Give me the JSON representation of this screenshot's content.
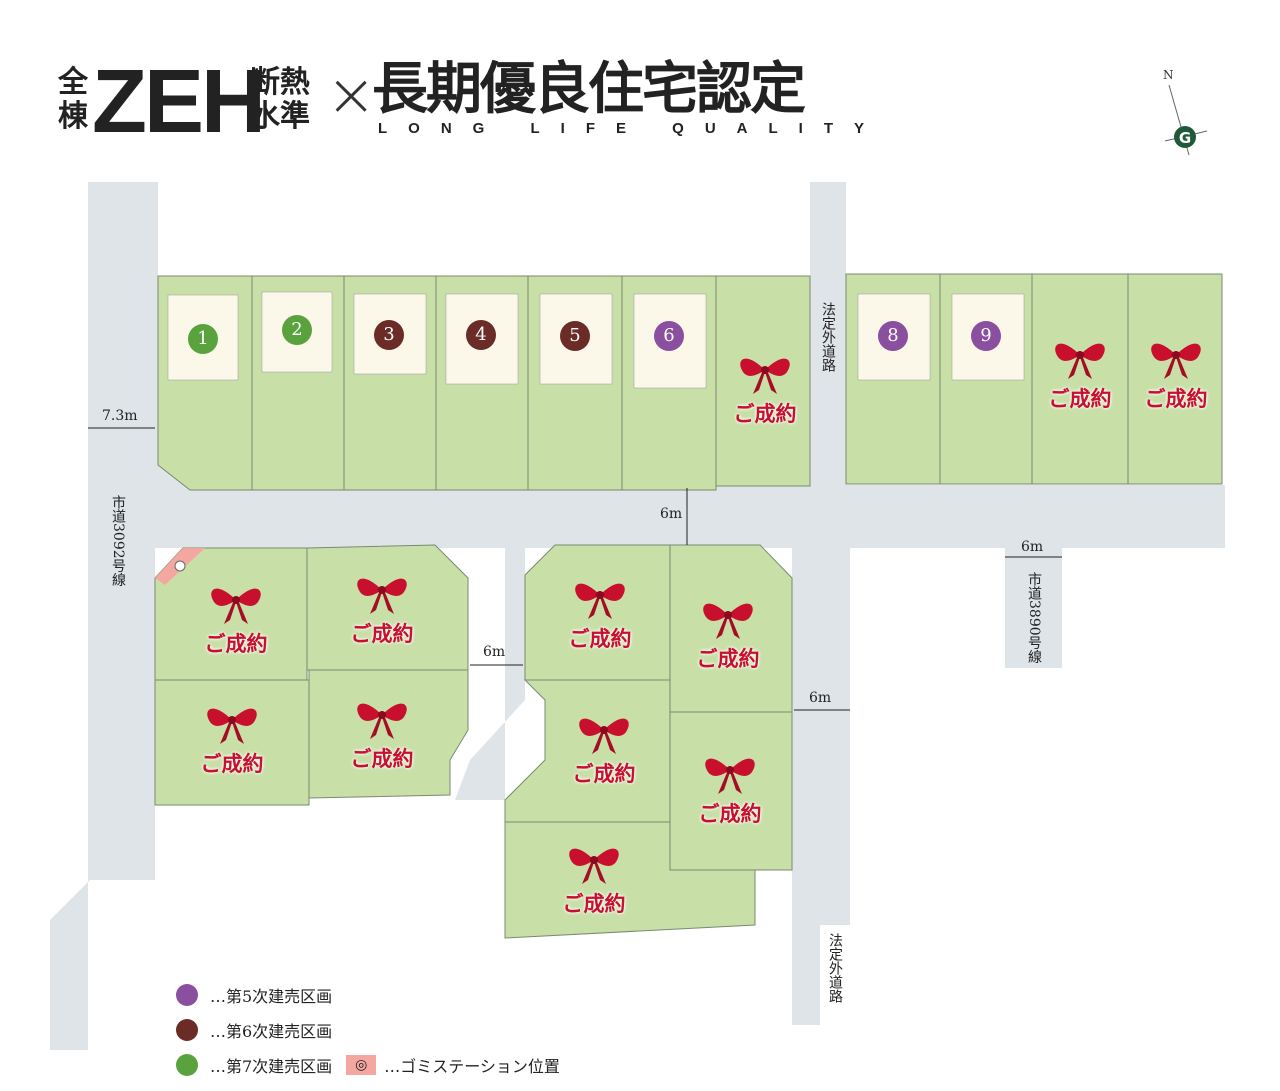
{
  "header": {
    "zen": "全",
    "mune": "棟",
    "zeh": "ZEH",
    "dan": "断熱",
    "sui": "水準",
    "times": "×",
    "title": "長期優良住宅認定",
    "subtitle": "LONG LIFE QUALITY"
  },
  "compass": {
    "north": "N"
  },
  "colors": {
    "phase5": "#8a4f9e",
    "phase6": "#6b2b26",
    "phase7": "#5aa23e",
    "lot": "#c9dfa8",
    "road": "#dfe4e9",
    "sold": "#c8102e"
  },
  "lots": [
    {
      "number": "1",
      "phase": "phase7"
    },
    {
      "number": "2",
      "phase": "phase7"
    },
    {
      "number": "3",
      "phase": "phase6"
    },
    {
      "number": "4",
      "phase": "phase6"
    },
    {
      "number": "5",
      "phase": "phase6"
    },
    {
      "number": "6",
      "phase": "phase5"
    },
    {
      "number": "8",
      "phase": "phase5"
    },
    {
      "number": "9",
      "phase": "phase5"
    }
  ],
  "sold_label": "ご成約",
  "roads": {
    "w73": "7.3m",
    "w6": "6m",
    "city3092": "市道3092号線",
    "city3890": "市道3890号線",
    "private": "法定外道路"
  },
  "legend": {
    "phase5": "…第5次建売区画",
    "phase6": "…第6次建売区画",
    "phase7": "…第7次建売区画",
    "garbage": "…ゴミステーション位置"
  }
}
